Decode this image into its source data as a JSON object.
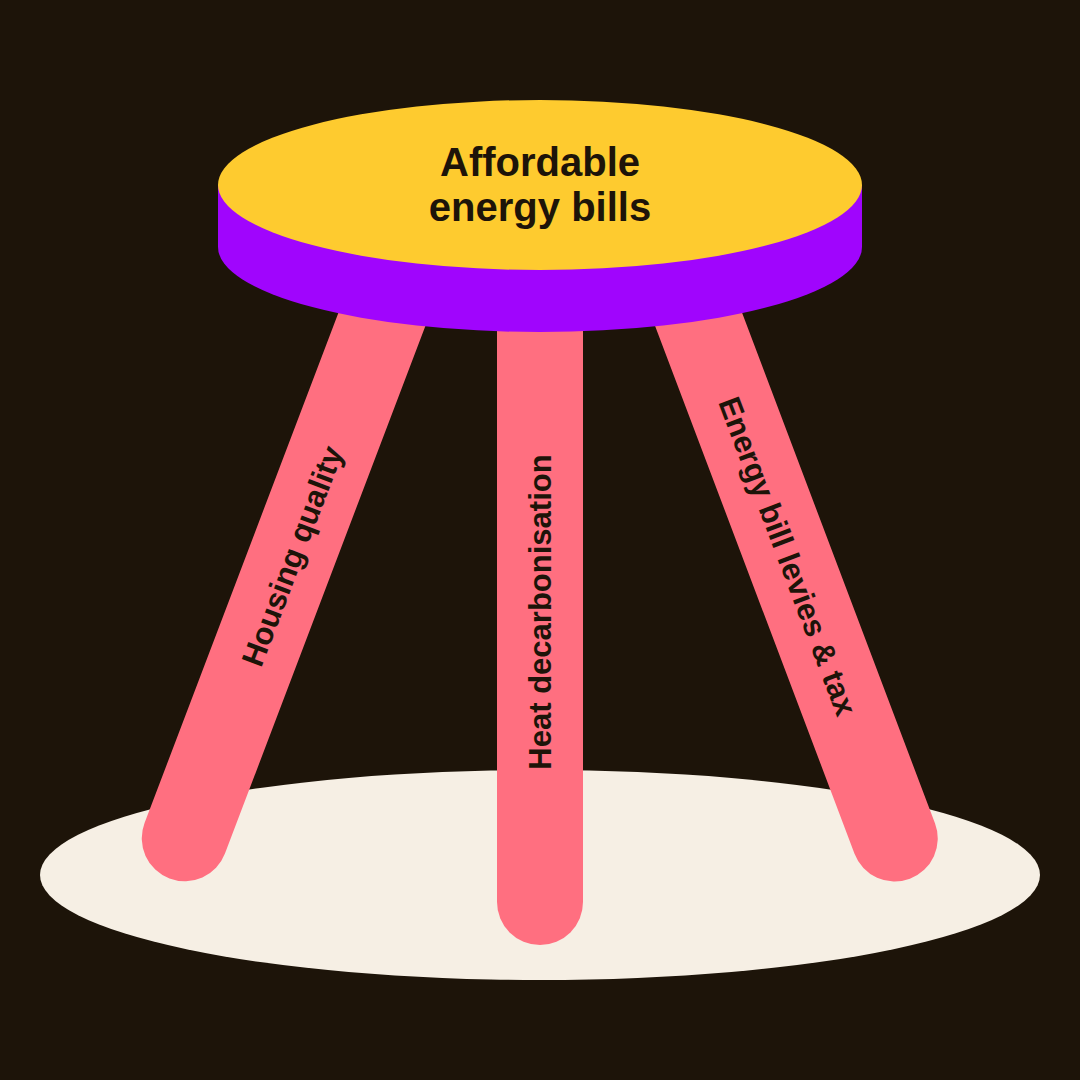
{
  "diagram": {
    "nodes": [
      {
        "text": [
          "Affordable energy bills"
        ]
      },
      {
        "text": [
          "Housing quality"
        ]
      },
      {
        "text": [
          "Heat decarbonisation"
        ]
      },
      {
        "text": [
          "Energy bill levies & tax"
        ]
      }
    ]
  }
}
